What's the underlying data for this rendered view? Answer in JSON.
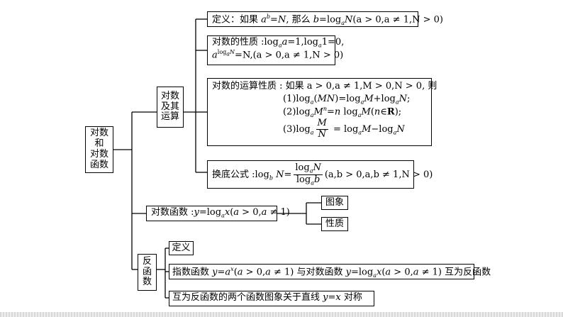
{
  "root": {
    "lines": [
      "对数",
      "和",
      "对数",
      "函数"
    ]
  },
  "group_log": {
    "lines": [
      "对数",
      "及其",
      "运算"
    ]
  },
  "group_inverse": {
    "lines": [
      "反",
      "函",
      "数"
    ]
  },
  "definition": {
    "prefix": "定义：如果 ",
    "mid": ", 那么 ",
    "cond": "(a > 0,a ≠ 1,N > 0)"
  },
  "properties": {
    "title": "对数的性质 :",
    "line1": "log a=1,log 1=0,",
    "line2_suffix": "=N,(a > 0,a ≠ 1,N > 0)"
  },
  "operations": {
    "title": "对数的运算性质 : 如果 a > 0,a ≠ 1,M > 0,N > 0, 则",
    "rule1": "(1)log (MN)=log M+log N;",
    "rule2": "(2)log M =n log M(n∈R);",
    "rule3": "(3)log M/N = log M−log N"
  },
  "change_base": {
    "prefix": "换底公式 :log N=",
    "num": "log N",
    "den": "log b",
    "cond": "(a,b > 0,a,b ≠ 1,N > 0)"
  },
  "log_function": {
    "label": "对数函数 :y=log x(a > 0,a ≠ 1)"
  },
  "graph": {
    "label": "图象"
  },
  "nature": {
    "label": "性质"
  },
  "inv_definition": {
    "label": "定义"
  },
  "inv_relation": {
    "label": "指数函数 y=a (a > 0,a ≠ 1) 与对数函数 y=log x(a > 0,a ≠ 1) 互为反函数"
  },
  "inv_symmetry": {
    "label": "互为反函数的两个函数图象关于直线 y=x 对称"
  }
}
